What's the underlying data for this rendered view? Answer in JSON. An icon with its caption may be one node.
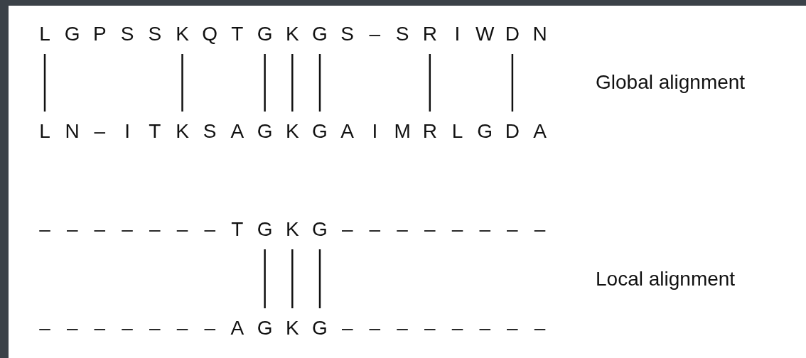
{
  "diagram": {
    "nodes": [
      {
        "text": [
          "L"
        ]
      },
      {
        "text": [
          "G"
        ]
      },
      {
        "text": [
          "P"
        ]
      },
      {
        "text": [
          "S"
        ]
      },
      {
        "text": [
          "S"
        ]
      },
      {
        "text": [
          "K"
        ]
      },
      {
        "text": [
          "Q"
        ]
      },
      {
        "text": [
          "T"
        ]
      },
      {
        "text": [
          "G"
        ]
      },
      {
        "text": [
          "K"
        ]
      },
      {
        "text": [
          "G"
        ]
      },
      {
        "text": [
          "S"
        ]
      },
      {
        "text": [
          "–"
        ]
      },
      {
        "text": [
          "S"
        ]
      },
      {
        "text": [
          "R"
        ]
      },
      {
        "text": [
          "I"
        ]
      },
      {
        "text": [
          "W"
        ]
      },
      {
        "text": [
          "D"
        ]
      },
      {
        "text": [
          "N"
        ]
      },
      {
        "text": [
          "L"
        ]
      },
      {
        "text": [
          "N"
        ]
      },
      {
        "text": [
          "–"
        ]
      },
      {
        "text": [
          "I"
        ]
      },
      {
        "text": [
          "T"
        ]
      },
      {
        "text": [
          "K"
        ]
      },
      {
        "text": [
          "S"
        ]
      },
      {
        "text": [
          "A"
        ]
      },
      {
        "text": [
          "G"
        ]
      },
      {
        "text": [
          "K"
        ]
      },
      {
        "text": [
          "G"
        ]
      },
      {
        "text": [
          "A"
        ]
      },
      {
        "text": [
          "I"
        ]
      },
      {
        "text": [
          "M"
        ]
      },
      {
        "text": [
          "R"
        ]
      },
      {
        "text": [
          "L"
        ]
      },
      {
        "text": [
          "G"
        ]
      },
      {
        "text": [
          "D"
        ]
      },
      {
        "text": [
          "A"
        ]
      },
      {
        "text": [
          "–"
        ]
      },
      {
        "text": [
          "–"
        ]
      },
      {
        "text": [
          "–"
        ]
      },
      {
        "text": [
          "–"
        ]
      },
      {
        "text": [
          "–"
        ]
      },
      {
        "text": [
          "–"
        ]
      },
      {
        "text": [
          "–"
        ]
      },
      {
        "text": [
          "T"
        ]
      },
      {
        "text": [
          "G"
        ]
      },
      {
        "text": [
          "K"
        ]
      },
      {
        "text": [
          "G"
        ]
      },
      {
        "text": [
          "–"
        ]
      },
      {
        "text": [
          "–"
        ]
      },
      {
        "text": [
          "–"
        ]
      },
      {
        "text": [
          "–"
        ]
      },
      {
        "text": [
          "–"
        ]
      },
      {
        "text": [
          "–"
        ]
      },
      {
        "text": [
          "–"
        ]
      },
      {
        "text": [
          "–"
        ]
      },
      {
        "text": [
          "–"
        ]
      },
      {
        "text": [
          "–"
        ]
      },
      {
        "text": [
          "–"
        ]
      },
      {
        "text": [
          "–"
        ]
      },
      {
        "text": [
          "–"
        ]
      },
      {
        "text": [
          "–"
        ]
      },
      {
        "text": [
          "–"
        ]
      },
      {
        "text": [
          "A"
        ]
      },
      {
        "text": [
          "G"
        ]
      },
      {
        "text": [
          "K"
        ]
      },
      {
        "text": [
          "G"
        ]
      },
      {
        "text": [
          "–"
        ]
      },
      {
        "text": [
          "–"
        ]
      },
      {
        "text": [
          "–"
        ]
      },
      {
        "text": [
          "–"
        ]
      },
      {
        "text": [
          "–"
        ]
      },
      {
        "text": [
          "–"
        ]
      },
      {
        "text": [
          "–"
        ]
      },
      {
        "text": [
          "–"
        ]
      }
    ],
    "edges": [
      {
        "from": 0,
        "to": 19,
        "arrow": "none"
      },
      {
        "from": 5,
        "to": 24,
        "arrow": "none"
      },
      {
        "from": 8,
        "to": 27,
        "arrow": "none"
      },
      {
        "from": 9,
        "to": 28,
        "arrow": "none"
      },
      {
        "from": 10,
        "to": 29,
        "arrow": "none"
      },
      {
        "from": 14,
        "to": 33,
        "arrow": "none"
      },
      {
        "from": 17,
        "to": 36,
        "arrow": "none"
      },
      {
        "from": 46,
        "to": 65,
        "arrow": "none"
      },
      {
        "from": 47,
        "to": 66,
        "arrow": "none"
      },
      {
        "from": 48,
        "to": 67,
        "arrow": "none"
      }
    ],
    "labels": [
      "Global alignment",
      "Local alignment"
    ]
  }
}
